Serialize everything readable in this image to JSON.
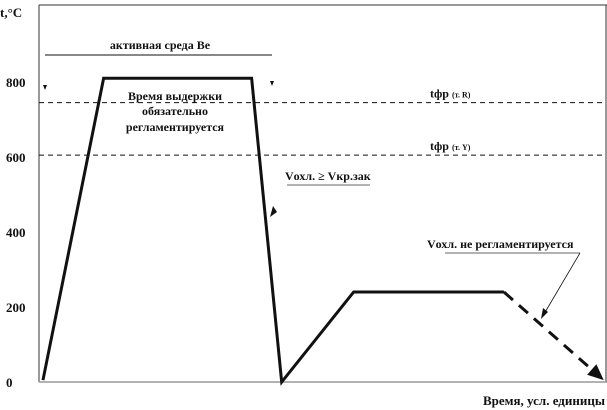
{
  "chart_data": {
    "type": "line",
    "title": "",
    "xlabel": "Время, усл. единицы",
    "ylabel": "t,°C",
    "xlim": [
      0,
      100
    ],
    "ylim": [
      0,
      1000
    ],
    "yticks": [
      0,
      200,
      400,
      600,
      800
    ],
    "ytick_labels": [
      "0",
      "200",
      "400",
      "600",
      "800"
    ],
    "grid": false,
    "series": [
      {
        "name": "heat-treatment-cycle",
        "style": "solid",
        "x": [
          0.7,
          11.4,
          37.5,
          42.8,
          55.5,
          82.0
        ],
        "y": [
          5,
          810,
          810,
          0,
          240,
          240
        ]
      },
      {
        "name": "free-cooling",
        "style": "dashed-arrow",
        "x": [
          82.0,
          99.6
        ],
        "y": [
          240,
          5
        ]
      }
    ],
    "reference_lines": [
      {
        "label_main": "tфр",
        "label_sub": "(т. R)",
        "y": 745
      },
      {
        "label_main": "tфр",
        "label_sub": "(т. Y)",
        "y": 605
      }
    ],
    "annotations": {
      "active_medium": "активная среда Ве",
      "hold_time": [
        "Время выдержки",
        "обязательно",
        "регламентируется"
      ],
      "cooling_rate": "Vохл. ≥ Vкр.зак",
      "cooling_free": "Vохл. не регламентируется"
    },
    "colors": {
      "line": "#111111",
      "underline": "#999999"
    }
  }
}
